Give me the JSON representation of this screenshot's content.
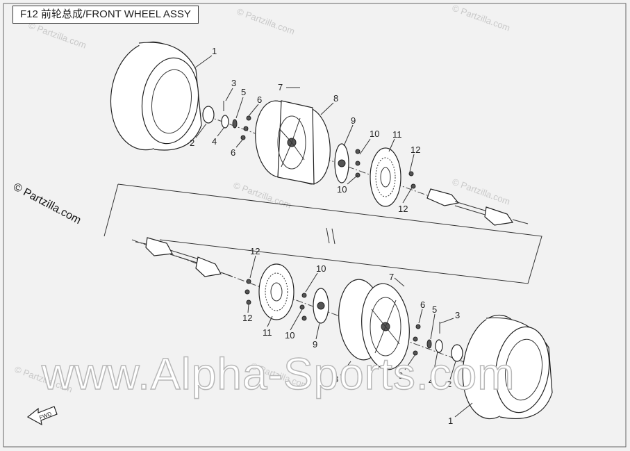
{
  "title": "F12 前轮总成/FRONT WHEEL ASSY",
  "watermarks": {
    "main": "www.Alpha-Sports.com",
    "side": "© Partzilla.com",
    "faint": "© Partzilla.com"
  },
  "fwd_label": "FWD",
  "callouts": {
    "n1": "1",
    "n2": "2",
    "n3": "3",
    "n4": "4",
    "n5": "5",
    "n6": "6",
    "n7": "7",
    "n8": "8",
    "n9": "9",
    "n10": "10",
    "n11": "11",
    "n12": "12"
  },
  "colors": {
    "line": "#333333",
    "background": "#f2f2f2",
    "watermark": "#c9c9c9"
  }
}
